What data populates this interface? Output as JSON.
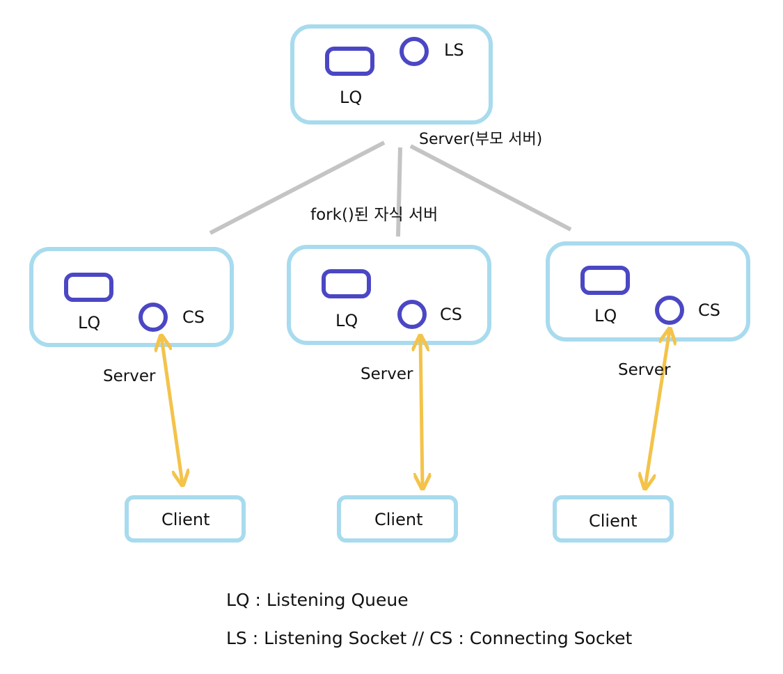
{
  "parent": {
    "lq_label": "LQ",
    "ls_label": "LS",
    "caption": "Server(부모 서버)"
  },
  "fork_label": "fork()된 자식 서버",
  "children": [
    {
      "lq_label": "LQ",
      "cs_label": "CS",
      "server_label": "Server",
      "client_label": "Client"
    },
    {
      "lq_label": "LQ",
      "cs_label": "CS",
      "server_label": "Server",
      "client_label": "Client"
    },
    {
      "lq_label": "LQ",
      "cs_label": "CS",
      "server_label": "Server",
      "client_label": "Client"
    }
  ],
  "legend": {
    "line1": "LQ : Listening Queue",
    "line2": "LS : Listening Socket // CS : Connecting Socket"
  },
  "colors": {
    "box_stroke": "#a8dbee",
    "queue_stroke": "#4b47c4",
    "branch_line": "#c4c4c4",
    "arrow": "#f3c34a"
  }
}
